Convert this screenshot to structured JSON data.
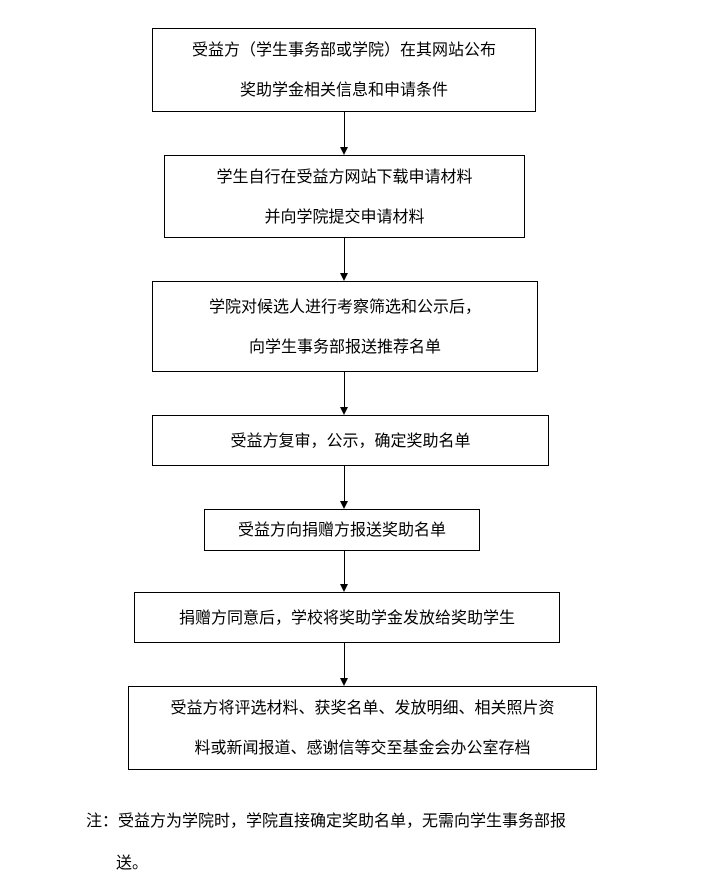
{
  "flow": {
    "step1": [
      "受益方（学生事务部或学院）在其网站公布",
      "奖助学金相关信息和申请条件"
    ],
    "step2": [
      "学生自行在受益方网站下载申请材料",
      "并向学院提交申请材料"
    ],
    "step3": [
      "学院对候选人进行考察筛选和公示后，",
      "向学生事务部报送推荐名单"
    ],
    "step4": [
      "受益方复审，公示，确定奖助名单"
    ],
    "step5": [
      "受益方向捐赠方报送奖助名单"
    ],
    "step6": [
      "捐赠方同意后，学校将奖助学金发放给奖助学生"
    ],
    "step7": [
      "受益方将评选材料、获奖名单、发放明细、相关照片资",
      "料或新闻报道、感谢信等交至基金会办公室存档"
    ]
  },
  "note": {
    "line1": "注：受益方为学院时，学院直接确定奖助名单，无需向学生事务部报",
    "line2": "送。"
  }
}
